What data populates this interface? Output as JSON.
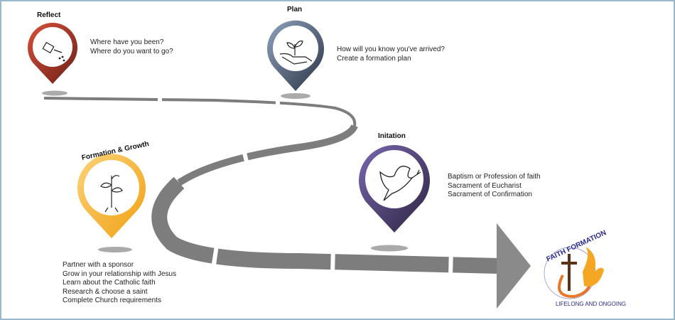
{
  "stages": [
    {
      "title": "Reflect",
      "icon": "watering-can-icon",
      "color": "#c0392b",
      "lines": [
        "Where have you been?",
        "Where do you want to go?"
      ]
    },
    {
      "title": "Plan",
      "icon": "hand-sprout-icon",
      "color": "#6f84a0",
      "lines": [
        "How will you know you've arrived?",
        "Create a formation plan"
      ]
    },
    {
      "title": "Initation",
      "icon": "dove-icon",
      "color": "#5b4a8c",
      "lines": [
        "Baptism or Profession of faith",
        "Sacrament of Eucharist",
        "Sacrament of Confirmation"
      ]
    },
    {
      "title": "Formation & Growth",
      "icon": "seedling-icon",
      "color": "#f5b335",
      "lines": [
        "Partner with a sponsor",
        "Grow in your relationship with Jesus",
        "Learn about  the Catholic faith",
        "Research & choose a saint",
        "Complete Church requirements"
      ]
    }
  ],
  "logo": {
    "top": "FAITH FORMATION",
    "bottom": "LIFELONG AND ONGOING"
  }
}
